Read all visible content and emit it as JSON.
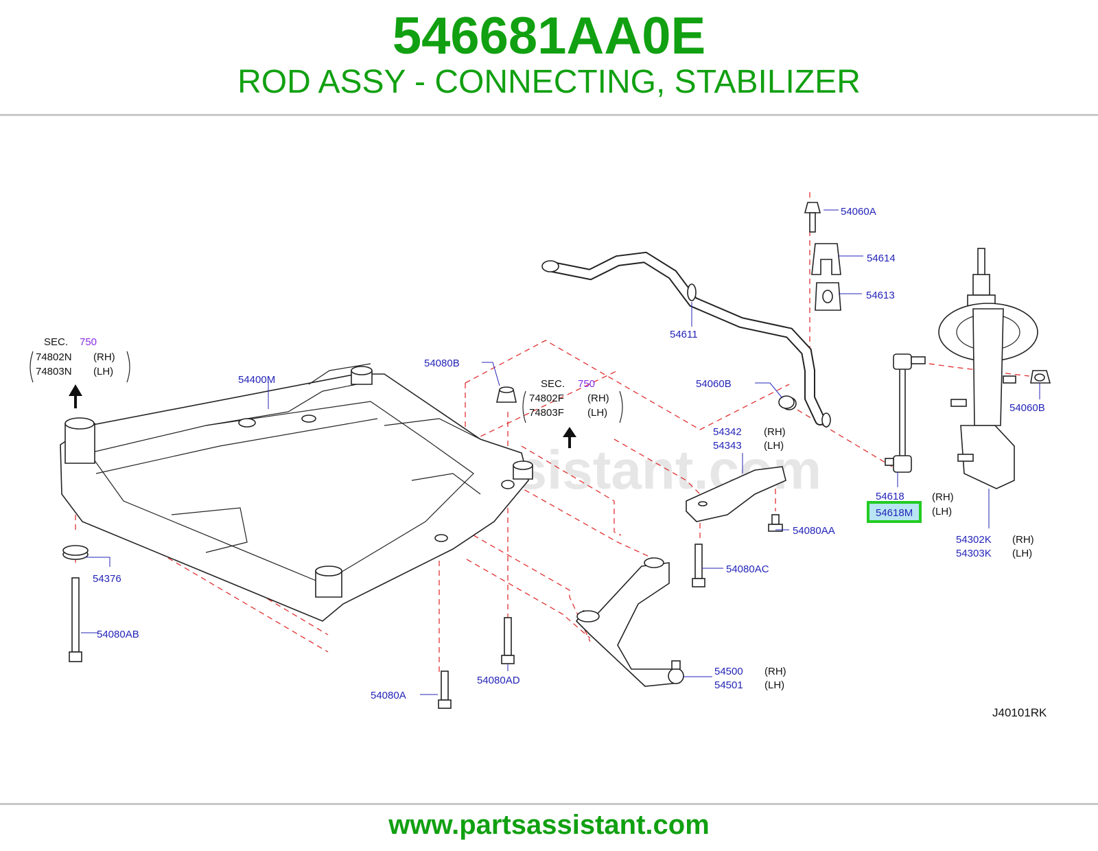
{
  "header": {
    "part_number": "546681AA0E",
    "part_name": "ROD ASSY - CONNECTING, STABILIZER"
  },
  "diagram": {
    "watermark": "www.partsassistant.com",
    "drawing_code": "J40101RK",
    "highlight_color": "#22cc22",
    "label_color": "#2323b8",
    "title_color": "#11a011",
    "sec_refs": [
      {
        "sec": "SEC.",
        "num": "750",
        "rh": "74802N",
        "lh": "74803N",
        "rh_tag": "(RH)",
        "lh_tag": "(LH)"
      },
      {
        "sec": "SEC.",
        "num": "750",
        "rh": "74802F",
        "lh": "74803F",
        "rh_tag": "(RH)",
        "lh_tag": "(LH)"
      }
    ],
    "labels": {
      "p54060A": "54060A",
      "p54614": "54614",
      "p54613": "54613",
      "p54611": "54611",
      "p54060B_1": "54060B",
      "p54060B_2": "54060B",
      "p54080B": "54080B",
      "p54400M": "54400M",
      "p54342": "54342",
      "p54342_tag": "(RH)",
      "p54343": "54343",
      "p54343_tag": "(LH)",
      "p54618": "54618",
      "p54618_tag": "(RH)",
      "p54618M": "54618M",
      "p54618M_tag": "(LH)",
      "p54080AA": "54080AA",
      "p54302K": "54302K",
      "p54302K_tag": "(RH)",
      "p54303K": "54303K",
      "p54303K_tag": "(LH)",
      "p54080AC": "54080AC",
      "p54376": "54376",
      "p54080AB": "54080AB",
      "p54080AD": "54080AD",
      "p54080A": "54080A",
      "p54500": "54500",
      "p54500_tag": "(RH)",
      "p54501": "54501",
      "p54501_tag": "(LH)"
    }
  },
  "footer": {
    "url": "www.partsassistant.com"
  }
}
